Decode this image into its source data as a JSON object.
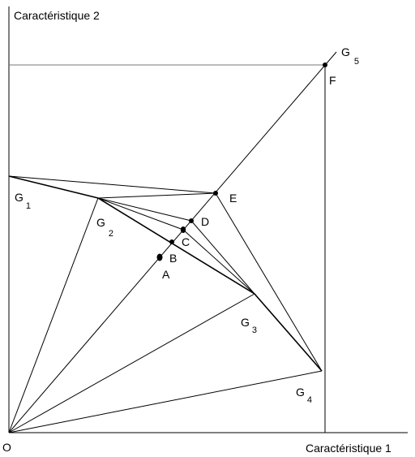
{
  "axes": {
    "y_label": "Caractéristique 2",
    "x_label": "Caractéristique 1",
    "origin_label": "O"
  },
  "goods": {
    "g1": {
      "letter": "G",
      "index": "1"
    },
    "g2": {
      "letter": "G",
      "index": "2"
    },
    "g3": {
      "letter": "G",
      "index": "3"
    },
    "g4": {
      "letter": "G",
      "index": "4"
    },
    "g5": {
      "letter": "G",
      "index": "5"
    }
  },
  "points": {
    "a": "A",
    "b": "B",
    "c": "C",
    "d": "D",
    "e": "E",
    "f": "F"
  }
}
